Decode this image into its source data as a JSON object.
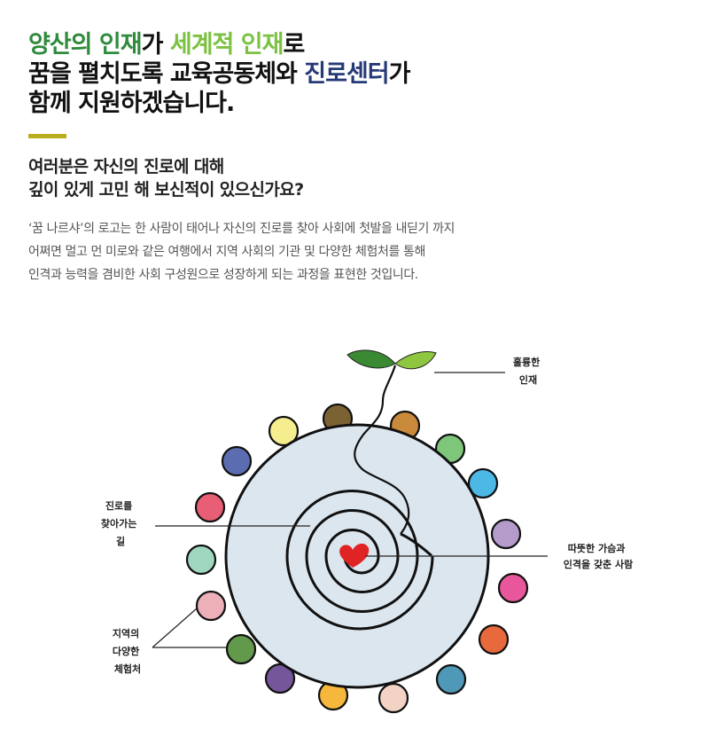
{
  "headline": {
    "line1": [
      {
        "text": "양산의 인재",
        "style": "green"
      },
      {
        "text": "가 ",
        "style": "plain"
      },
      {
        "text": "세계적 인재",
        "style": "lime"
      },
      {
        "text": "로",
        "style": "plain"
      }
    ],
    "line2": [
      {
        "text": "꿈을 펼치도록 교육공동체와 ",
        "style": "plain"
      },
      {
        "text": "진로센터",
        "style": "navy"
      },
      {
        "text": "가",
        "style": "plain"
      }
    ],
    "line3": "함께 지원하겠습니다."
  },
  "question": {
    "line1": "여러분은 자신의 진로에 대해",
    "line2": "깊이 있게 고민 해 보신적이 있으신가요?"
  },
  "description": {
    "line1": "‘꿈 나르샤’의 로고는 한 사람이 태어나 자신의 진로를 찾아 사회에 첫발을 내딛기 까지",
    "line2": "어쩌면 멀고 먼 미로와 같은 여행에서 지역 사회의 기관 및 다양한 체험처를 통해",
    "line3": "인격과 능력을 겸비한 사회 구성원으로 성장하게 되는 과정을 표현한 것입니다."
  },
  "diagram": {
    "labels": {
      "talent": [
        "훌륭한",
        "인재"
      ],
      "path": [
        "진로를",
        "찾아가는",
        "길"
      ],
      "heart": [
        "따뜻한 가슴과",
        "인격을 갖춘 사람"
      ],
      "places": [
        "지역의",
        "다양한",
        "체험처"
      ]
    },
    "colors": {
      "circle_fill": "#dce6ef",
      "circle_stroke": "#111111",
      "heart": "#e02424",
      "leaf_dark": "#3a8a34",
      "leaf_light": "#8ec63f"
    },
    "dots": [
      {
        "name": "yellow-dot",
        "color": "#f6ee8e"
      },
      {
        "name": "brown-dot",
        "color": "#7b6233"
      },
      {
        "name": "orange-dot",
        "color": "#c98a3c"
      },
      {
        "name": "green-dot",
        "color": "#7dc67a"
      },
      {
        "name": "sky-dot",
        "color": "#4cb8e6"
      },
      {
        "name": "lavender-dot",
        "color": "#b49bca"
      },
      {
        "name": "pink-dot",
        "color": "#e8579b"
      },
      {
        "name": "orange-red-dot",
        "color": "#e8693c"
      },
      {
        "name": "teal-dot",
        "color": "#4f98b8"
      },
      {
        "name": "peach-dot",
        "color": "#f2d3c4"
      },
      {
        "name": "gold-dot",
        "color": "#f5b73c"
      },
      {
        "name": "purple-dot",
        "color": "#76569a"
      },
      {
        "name": "dark-green-dot",
        "color": "#62994a"
      },
      {
        "name": "light-pink-dot",
        "color": "#eeb0b8"
      },
      {
        "name": "mint-dot",
        "color": "#9fd6bf"
      },
      {
        "name": "coral-dot",
        "color": "#e85e74"
      },
      {
        "name": "navy-dot",
        "color": "#5b6db0"
      }
    ]
  }
}
